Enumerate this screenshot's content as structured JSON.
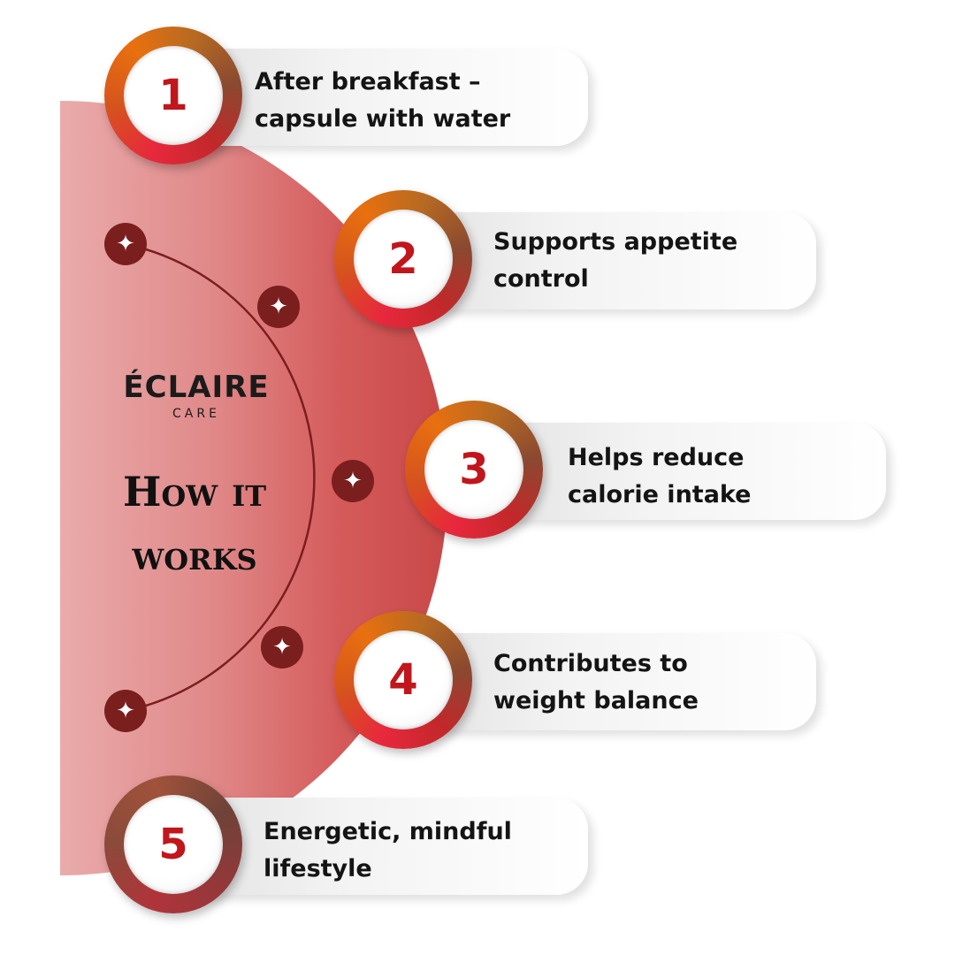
{
  "brand": {
    "name": "ÉCLAIRE",
    "sub": "CARE"
  },
  "heading": {
    "line1": "How it",
    "line2": "works"
  },
  "star_icon": "✦",
  "steps": [
    {
      "number": "1",
      "line1": "After breakfast –",
      "line2": "capsule with water"
    },
    {
      "number": "2",
      "line1": "Supports appetite",
      "line2": "control"
    },
    {
      "number": "3",
      "line1": "Helps reduce",
      "line2": "calorie intake"
    },
    {
      "number": "4",
      "line1": "Contributes to",
      "line2": "weight balance"
    },
    {
      "number": "5",
      "line1": "Energetic, mindful",
      "line2": "lifestyle"
    }
  ],
  "colors": {
    "accent_red": "#c0161c",
    "arc_brown": "#7a1e1e",
    "disc_red": "#c94848"
  }
}
